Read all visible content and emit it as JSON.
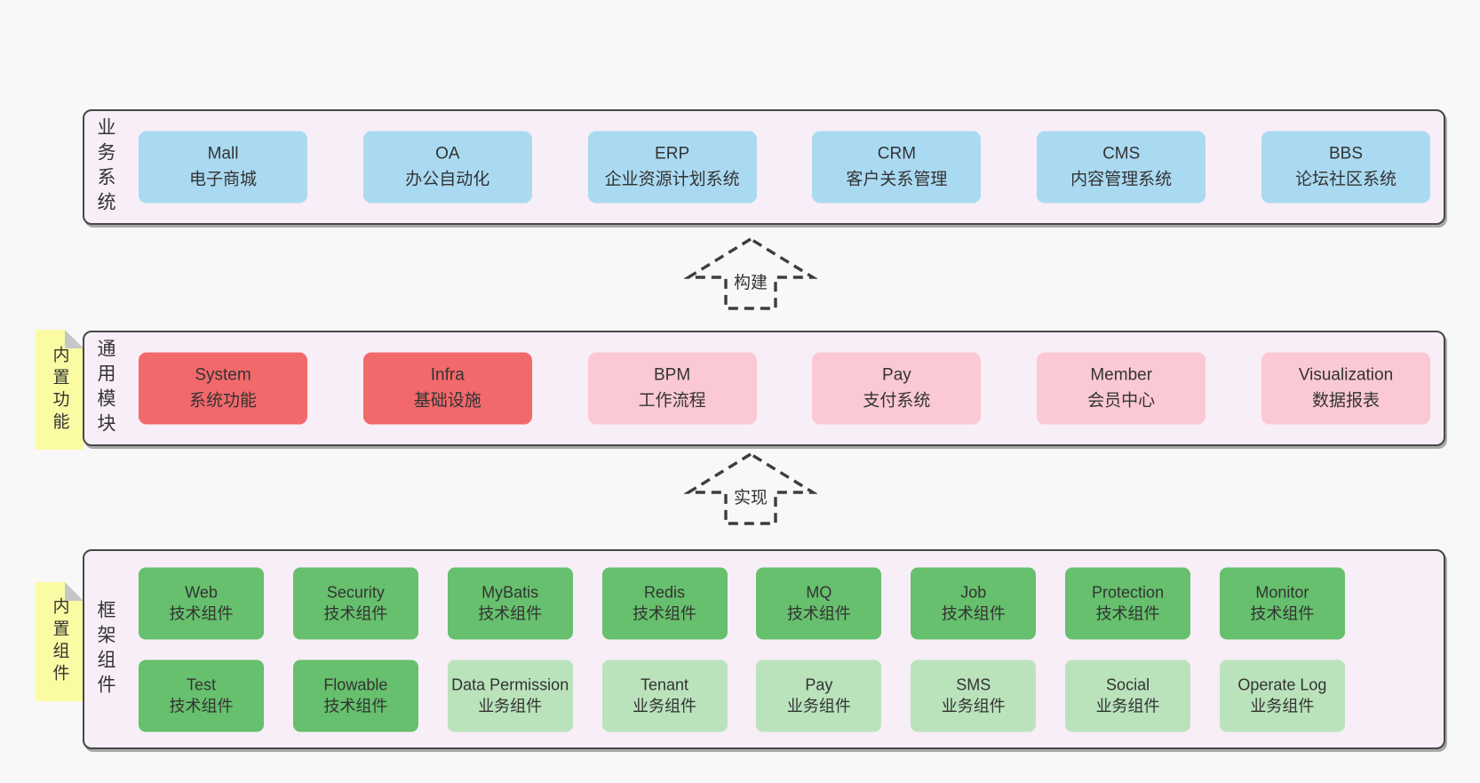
{
  "palette": {
    "page_bg": "#f8f8f8",
    "layer_bg": "#f8eef7",
    "layer_border": "#474747",
    "blue_box": "#aadaf2",
    "red_box": "#f2696b",
    "pink_box": "#fbc9d3",
    "green_box": "#66c06d",
    "light_green_box": "#bae3bb",
    "sticky_yellow": "#fbfba4",
    "sticky_fold": "#c6c6c6",
    "text": "#333333",
    "arrow_stroke": "#3d3d3d"
  },
  "arrows": {
    "build": "构建",
    "implement": "实现"
  },
  "layers": {
    "business": {
      "label": "业务系统",
      "items": [
        {
          "name": "Mall",
          "desc": "电子商城",
          "variant": "blue"
        },
        {
          "name": "OA",
          "desc": "办公自动化",
          "variant": "blue"
        },
        {
          "name": "ERP",
          "desc": "企业资源计划系统",
          "variant": "blue"
        },
        {
          "name": "CRM",
          "desc": "客户关系管理",
          "variant": "blue"
        },
        {
          "name": "CMS",
          "desc": "内容管理系统",
          "variant": "blue"
        },
        {
          "name": "BBS",
          "desc": "论坛社区系统",
          "variant": "blue"
        }
      ]
    },
    "modules": {
      "label": "通用模块",
      "sticky": "内置功能",
      "items": [
        {
          "name": "System",
          "desc": "系统功能",
          "variant": "red"
        },
        {
          "name": "Infra",
          "desc": "基础设施",
          "variant": "red"
        },
        {
          "name": "BPM",
          "desc": "工作流程",
          "variant": "pink"
        },
        {
          "name": "Pay",
          "desc": "支付系统",
          "variant": "pink"
        },
        {
          "name": "Member",
          "desc": "会员中心",
          "variant": "pink"
        },
        {
          "name": "Visualization",
          "desc": "数据报表",
          "variant": "pink"
        }
      ]
    },
    "components": {
      "label": "框架组件",
      "sticky": "内置组件",
      "rows": [
        [
          {
            "name": "Web",
            "desc": "技术组件",
            "variant": "green"
          },
          {
            "name": "Security",
            "desc": "技术组件",
            "variant": "green"
          },
          {
            "name": "MyBatis",
            "desc": "技术组件",
            "variant": "green"
          },
          {
            "name": "Redis",
            "desc": "技术组件",
            "variant": "green"
          },
          {
            "name": "MQ",
            "desc": "技术组件",
            "variant": "green"
          },
          {
            "name": "Job",
            "desc": "技术组件",
            "variant": "green"
          },
          {
            "name": "Protection",
            "desc": "技术组件",
            "variant": "green"
          },
          {
            "name": "Monitor",
            "desc": "技术组件",
            "variant": "green"
          }
        ],
        [
          {
            "name": "Test",
            "desc": "技术组件",
            "variant": "green"
          },
          {
            "name": "Flowable",
            "desc": "技术组件",
            "variant": "green"
          },
          {
            "name": "Data Permission",
            "desc": "业务组件",
            "variant": "lgreen"
          },
          {
            "name": "Tenant",
            "desc": "业务组件",
            "variant": "lgreen"
          },
          {
            "name": "Pay",
            "desc": "业务组件",
            "variant": "lgreen"
          },
          {
            "name": "SMS",
            "desc": "业务组件",
            "variant": "lgreen"
          },
          {
            "name": "Social",
            "desc": "业务组件",
            "variant": "lgreen"
          },
          {
            "name": "Operate Log",
            "desc": "业务组件",
            "variant": "lgreen"
          }
        ]
      ]
    }
  }
}
